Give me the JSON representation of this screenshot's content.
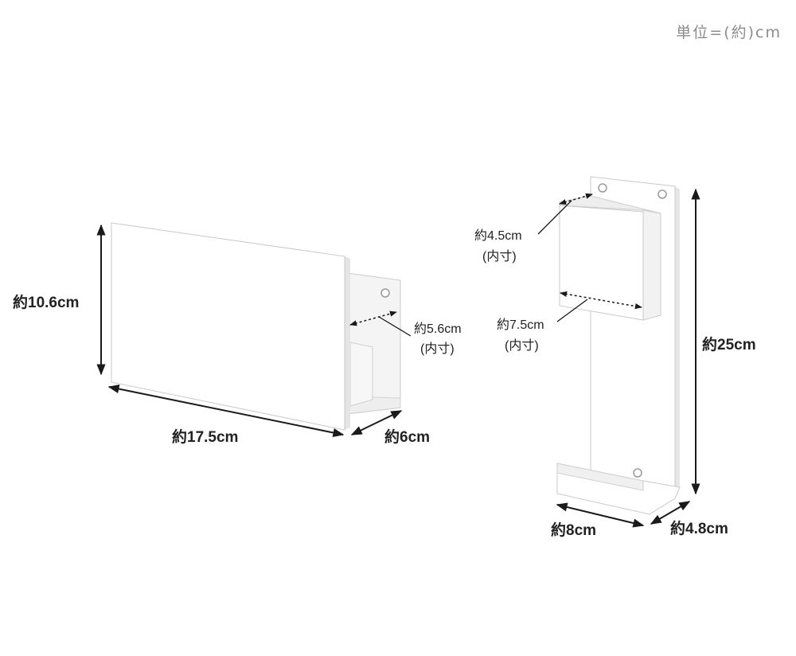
{
  "unit_label": "単位=(約)cm",
  "left_product": {
    "height": "約10.6cm",
    "width": "約17.5cm",
    "depth": "約6cm",
    "inner_depth": "約5.6cm",
    "inner_note": "(内寸)"
  },
  "right_product": {
    "pocket_depth": "約4.5cm",
    "pocket_depth_note": "(内寸)",
    "pocket_width": "約7.5cm",
    "pocket_width_note": "(内寸)",
    "height": "約25cm",
    "width": "約8cm",
    "depth": "約4.8cm"
  },
  "colors": {
    "product_fill": "#ffffff",
    "product_edge": "#c9c9c9",
    "shadow": "#ececec",
    "dimension_line": "#1a1a1a",
    "unit_text": "#8c8c8c"
  }
}
